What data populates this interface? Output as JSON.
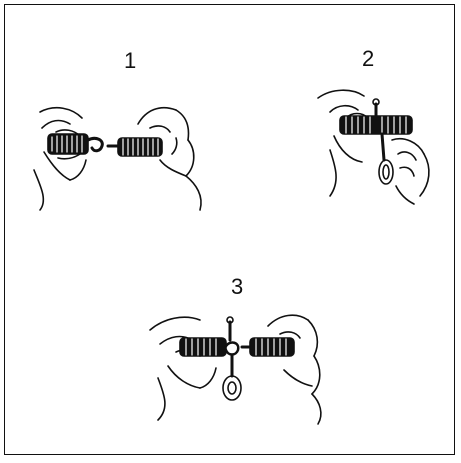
{
  "steps": [
    {
      "number": "1"
    },
    {
      "number": "2"
    },
    {
      "number": "3"
    }
  ],
  "colors": {
    "ink": "#111111",
    "background": "#ffffff"
  },
  "icons": [
    "hand-icon",
    "coupling-spring-icon",
    "pull-ring-icon"
  ]
}
